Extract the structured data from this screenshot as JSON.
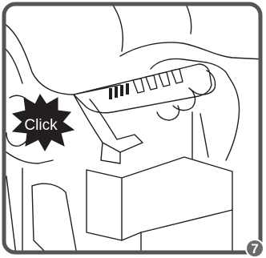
{
  "callout": {
    "label": "Click"
  },
  "step": {
    "number": "7"
  },
  "colors": {
    "frame": "#555555",
    "callout_fill": "#231f20",
    "badge_fill": "#6b6b6b",
    "line": "#231f20"
  },
  "icons": {
    "callout": "starburst-callout",
    "step": "step-number-badge"
  }
}
